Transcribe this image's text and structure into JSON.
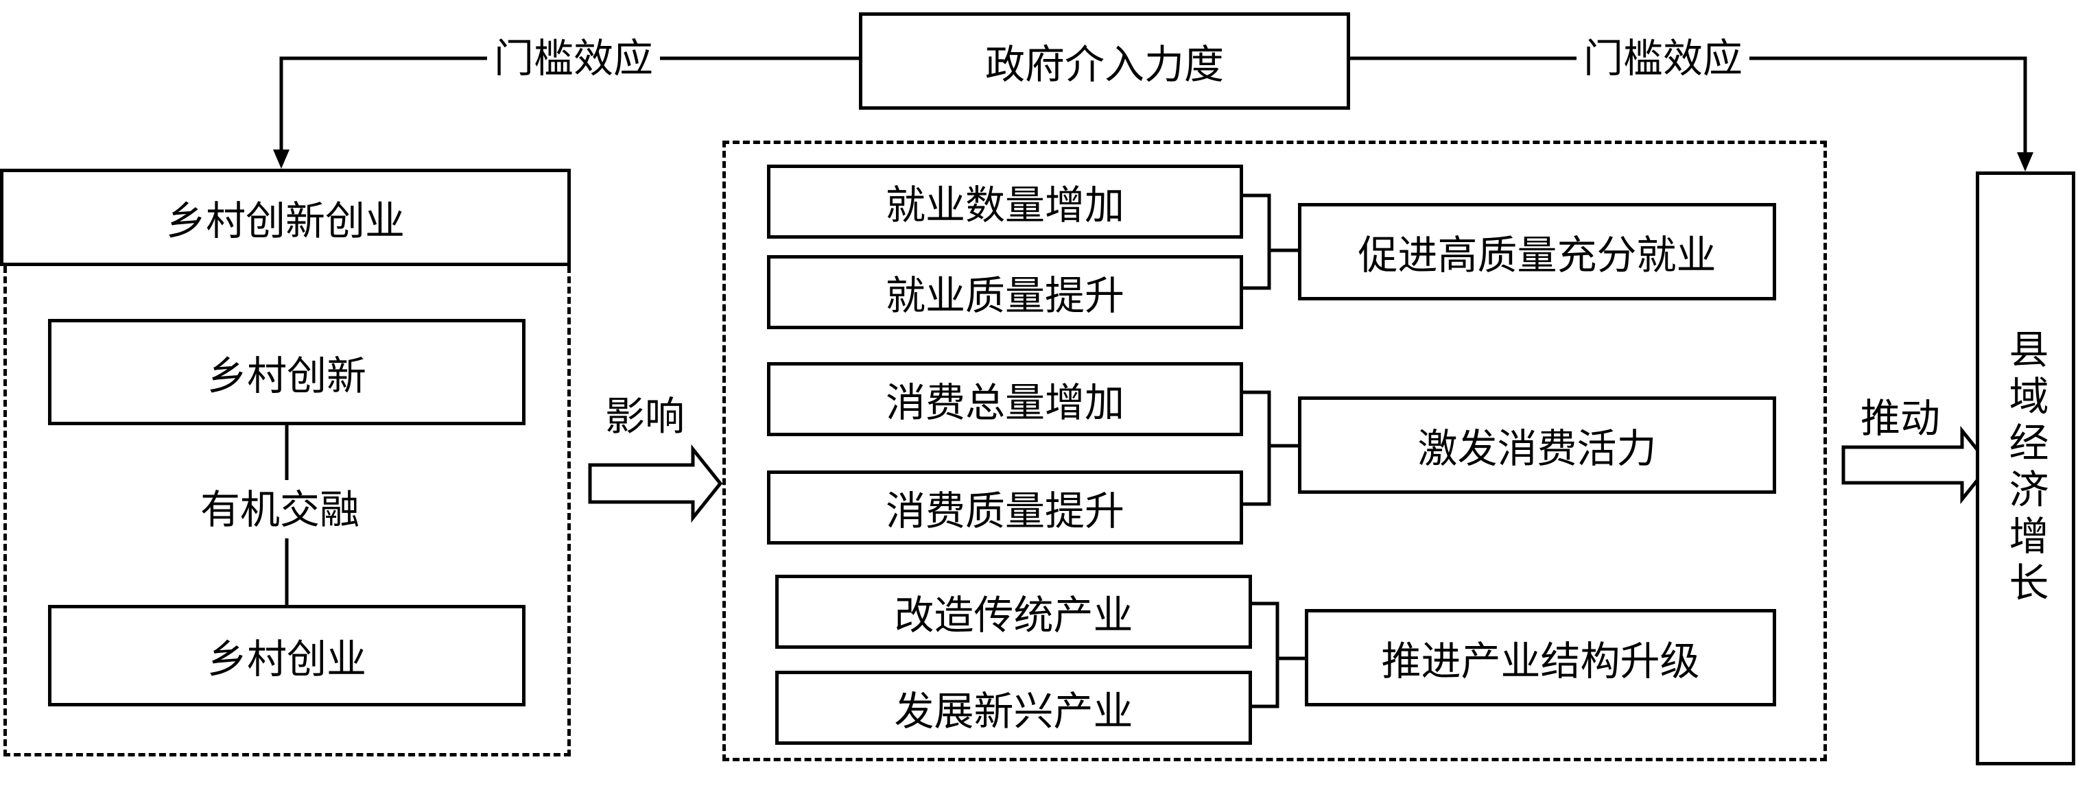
{
  "top": {
    "gov": "政府介入力度",
    "threshold_left": "门槛效应",
    "threshold_right": "门槛效应"
  },
  "left": {
    "header": "乡村创新创业",
    "innovation": "乡村创新",
    "fusion": "有机交融",
    "entrepreneurship": "乡村创业"
  },
  "influence": "影响",
  "middle": {
    "groups": [
      {
        "items": [
          "就业数量增加",
          "就业质量提升"
        ],
        "result": "促进高质量充分就业"
      },
      {
        "items": [
          "消费总量增加",
          "消费质量提升"
        ],
        "result": "激发消费活力"
      },
      {
        "items": [
          "改造传统产业",
          "发展新兴产业"
        ],
        "result": "推进产业结构升级"
      }
    ]
  },
  "drive": "推动",
  "outcome": "县域经济增长"
}
